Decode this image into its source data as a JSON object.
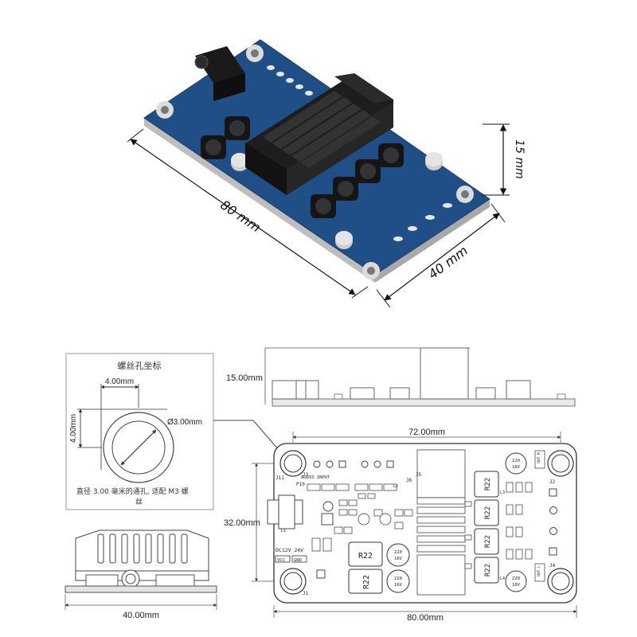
{
  "render3d": {
    "dims": {
      "length": "80 mm",
      "width": "40 mm",
      "height": "15 mm"
    }
  },
  "hole_detail": {
    "title": "螺丝孔坐标",
    "spacing_x": "4.00mm",
    "spacing_y": "4.00mm",
    "diameter": "Ø3.00mm",
    "note_line1": "直径 3.00 毫米的通孔, 适配 M3 螺",
    "note_line2": "丝"
  },
  "side_view": {
    "height": "15.00mm"
  },
  "end_view": {
    "width": "40.00mm"
  },
  "top_view": {
    "hole_span_x": "72.00mm",
    "hole_span_y": "32.00mm",
    "board_length": "80.00mm",
    "silk": {
      "j11": "J11",
      "p10": "P10",
      "j3": "J3",
      "audio_input": "AUDIO INPUT",
      "dc_supply": "DC12V 24V",
      "vcc": "VCC",
      "gnd": "GND",
      "j1": "J1",
      "j2": "J2",
      "j4": "J4",
      "j5": "J5",
      "j6": "J6",
      "l1": "L1",
      "l2": "L2",
      "l3": "L3",
      "l4": "L4",
      "r22": "R22",
      "cap_220": "220",
      "cap_16v": "16V",
      "out_l": "OUT L",
      "out_r": "OUT R"
    }
  },
  "colors": {
    "pcb_blue": "#1f4f86",
    "heatsink": "#1d1d1d",
    "line": "#222222"
  }
}
